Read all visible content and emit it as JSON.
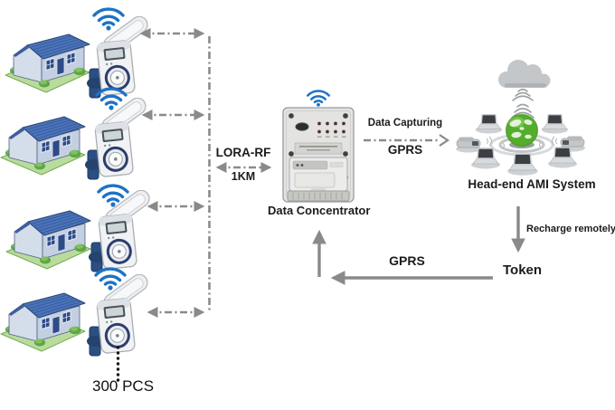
{
  "diagram": {
    "title_implicit": "LoRa-RF AMI metering architecture",
    "house_rows": 4
  },
  "labels": {
    "lora_title": "LORA-RF",
    "lora_distance": "1KM",
    "concentrator": "Data Concentrator",
    "capture_title": "Data Capturing",
    "capture_protocol": "GPRS",
    "headend": "Head-end AMI System",
    "recharge": "Recharge remotely",
    "token": "Token",
    "return_protocol": "GPRS",
    "meters_count": "300 PCS"
  },
  "icons": {
    "wifi": "wifi-icon",
    "house": "house-icon",
    "water_meter": "water-meter-icon",
    "data_concentrator": "data-concentrator-icon",
    "cloud": "cloud-icon",
    "globe": "globe-icon",
    "laptop": "laptop-icon",
    "phone": "phone-icon",
    "ellipsis": "ellipsis-dots"
  },
  "colors": {
    "wifi_blue": "#1d72c5",
    "arrow_gray": "#8a8a8a",
    "roof_blue": "#4b74ba",
    "grass_green": "#b9db9d",
    "globe_green": "#54ad2b",
    "text": "#1b1b1b"
  }
}
